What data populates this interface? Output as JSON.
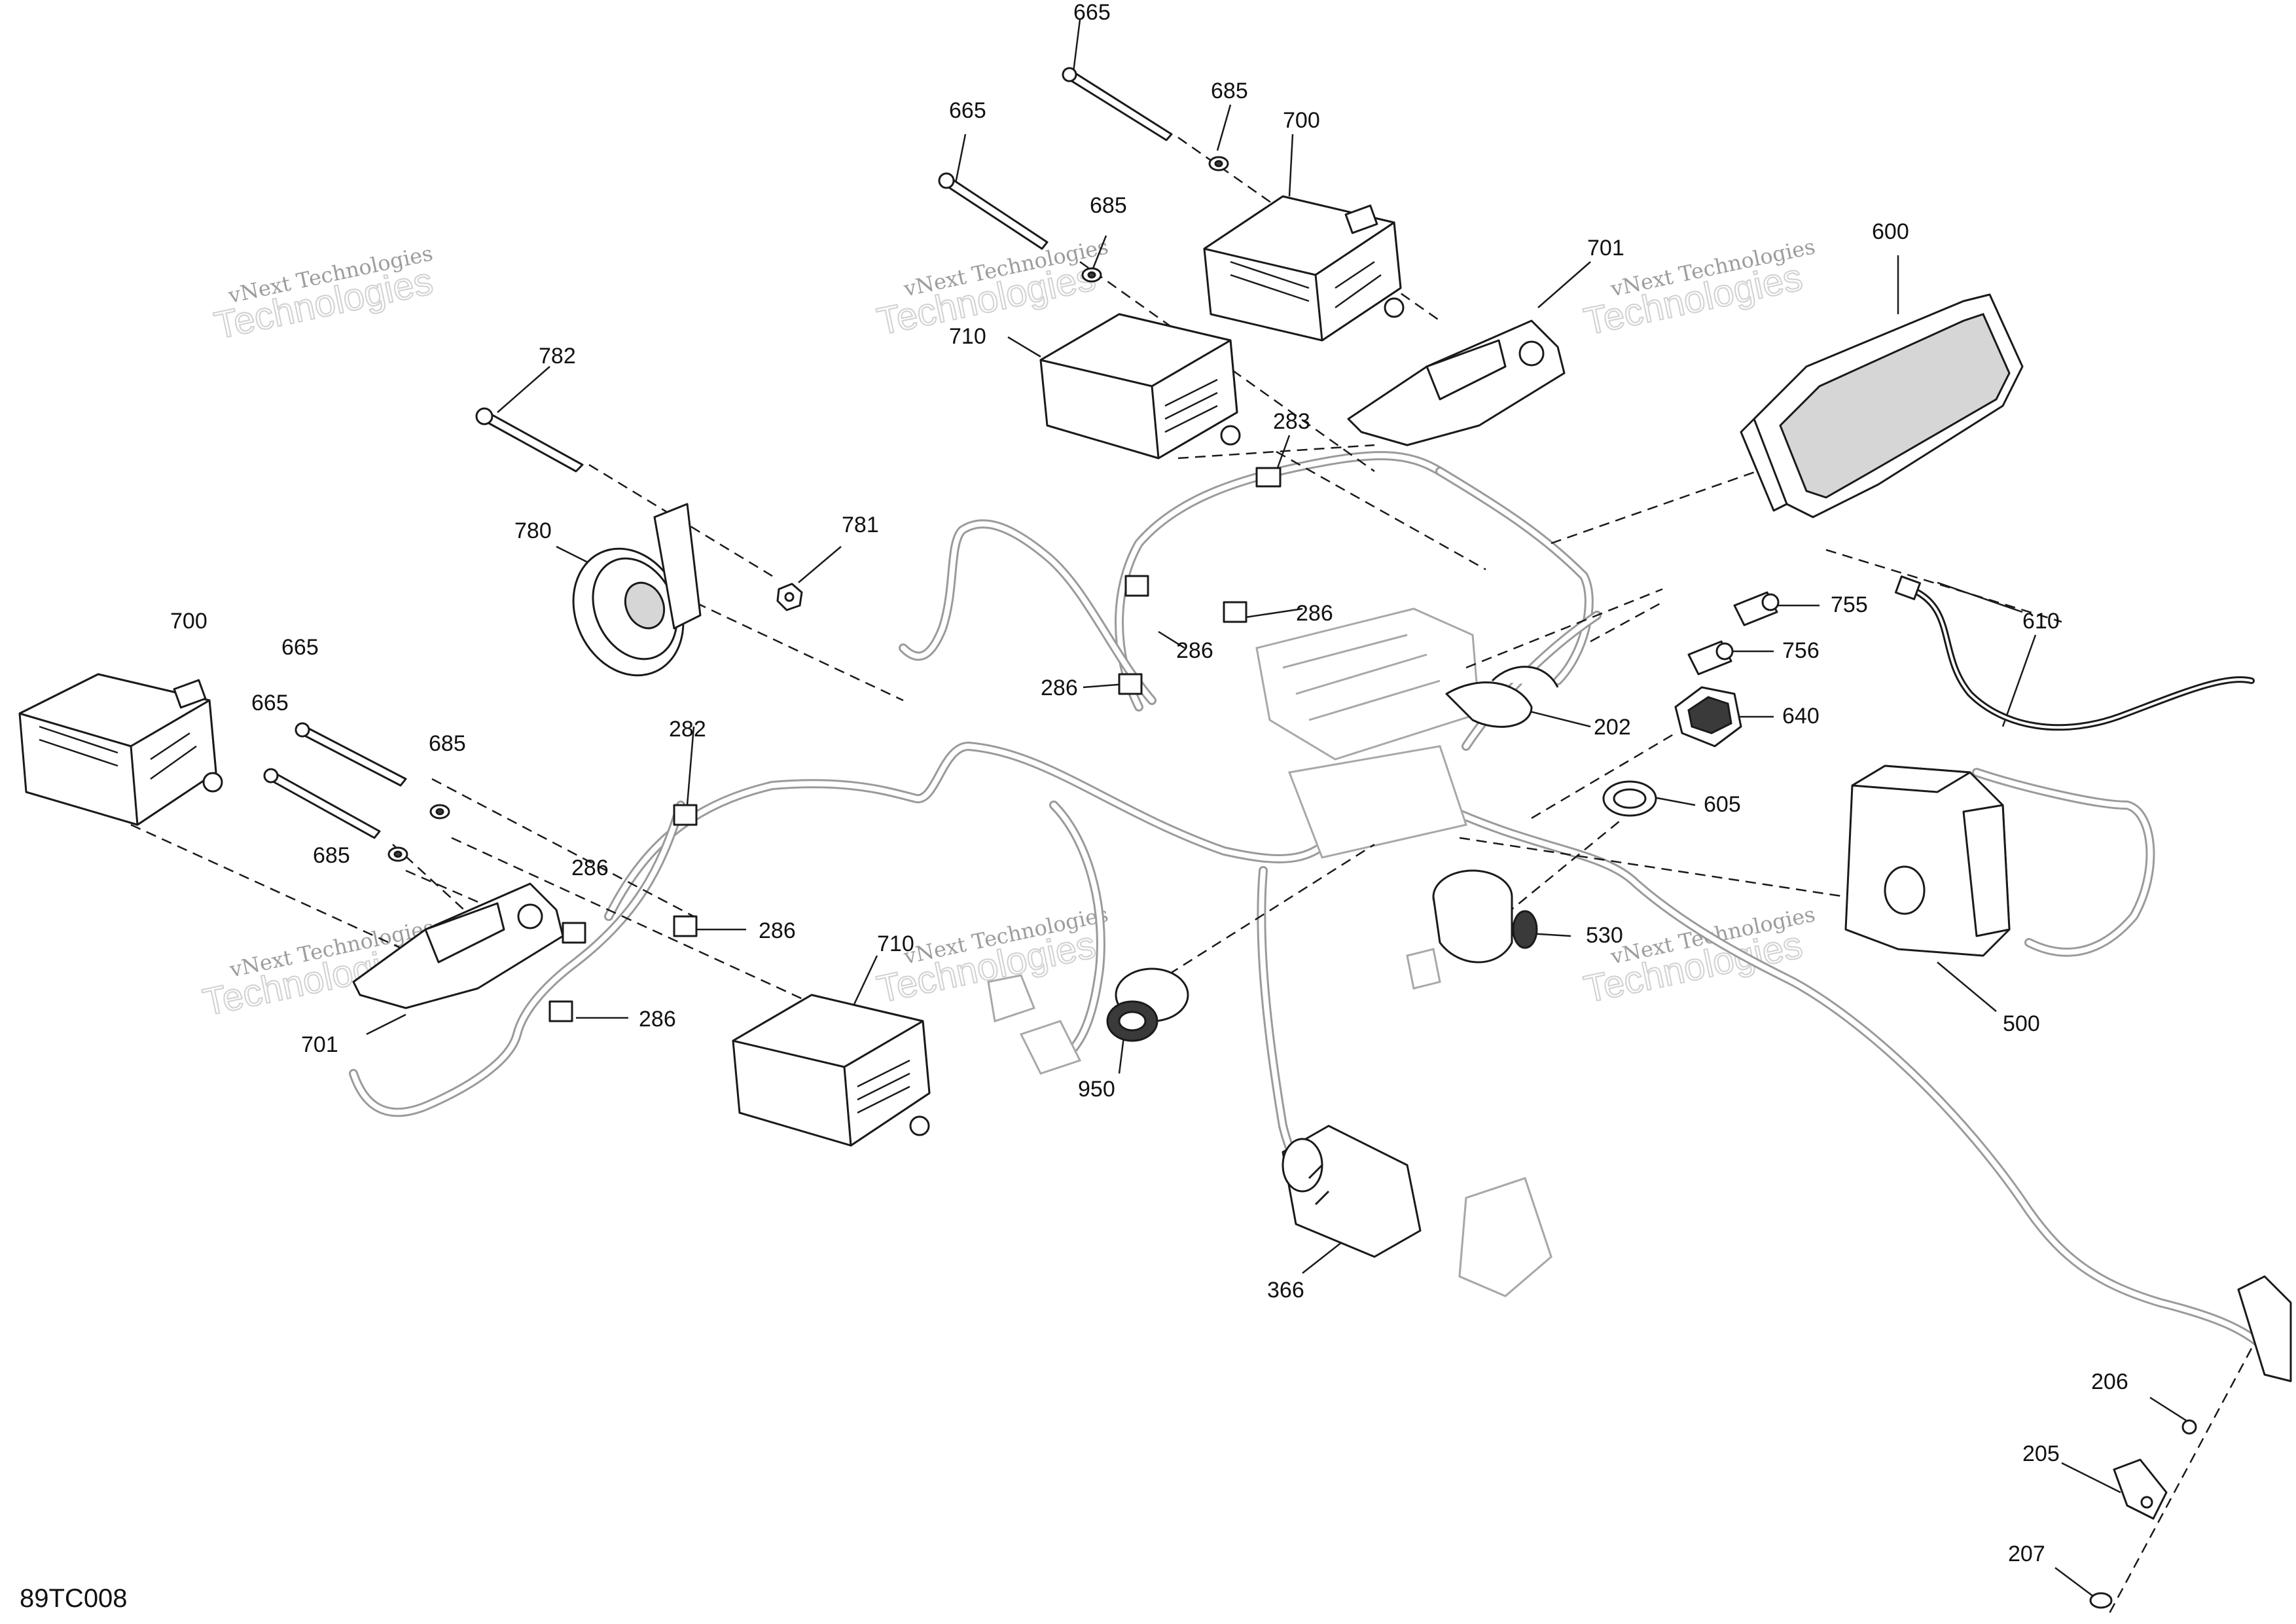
{
  "drawing_number": "89TC008",
  "watermark": {
    "line1": "vNext Technologies",
    "line2": "Technologies"
  },
  "callouts": [
    {
      "id": "c665a",
      "text": "665"
    },
    {
      "id": "c685a",
      "text": "685"
    },
    {
      "id": "c700a",
      "text": "700"
    },
    {
      "id": "c665b",
      "text": "665"
    },
    {
      "id": "c685b",
      "text": "685"
    },
    {
      "id": "c701a",
      "text": "701"
    },
    {
      "id": "c710a",
      "text": "710"
    },
    {
      "id": "c600",
      "text": "600"
    },
    {
      "id": "c782",
      "text": "782"
    },
    {
      "id": "c283",
      "text": "283"
    },
    {
      "id": "c780",
      "text": "780"
    },
    {
      "id": "c781",
      "text": "781"
    },
    {
      "id": "c755",
      "text": "755"
    },
    {
      "id": "c610",
      "text": "610"
    },
    {
      "id": "c286a",
      "text": "286"
    },
    {
      "id": "c756",
      "text": "756"
    },
    {
      "id": "c700b",
      "text": "700"
    },
    {
      "id": "c286b",
      "text": "286"
    },
    {
      "id": "c665c",
      "text": "665"
    },
    {
      "id": "c286c",
      "text": "286"
    },
    {
      "id": "c665d",
      "text": "665"
    },
    {
      "id": "c202",
      "text": "202"
    },
    {
      "id": "c640",
      "text": "640"
    },
    {
      "id": "c282",
      "text": "282"
    },
    {
      "id": "c685c",
      "text": "685"
    },
    {
      "id": "c605",
      "text": "605"
    },
    {
      "id": "c685d",
      "text": "685"
    },
    {
      "id": "c286d",
      "text": "286"
    },
    {
      "id": "c286e",
      "text": "286"
    },
    {
      "id": "c710b",
      "text": "710"
    },
    {
      "id": "c530",
      "text": "530"
    },
    {
      "id": "c286f",
      "text": "286"
    },
    {
      "id": "c701b",
      "text": "701"
    },
    {
      "id": "c500",
      "text": "500"
    },
    {
      "id": "c950",
      "text": "950"
    },
    {
      "id": "c366",
      "text": "366"
    },
    {
      "id": "c206",
      "text": "206"
    },
    {
      "id": "c205",
      "text": "205"
    },
    {
      "id": "c207",
      "text": "207"
    }
  ]
}
